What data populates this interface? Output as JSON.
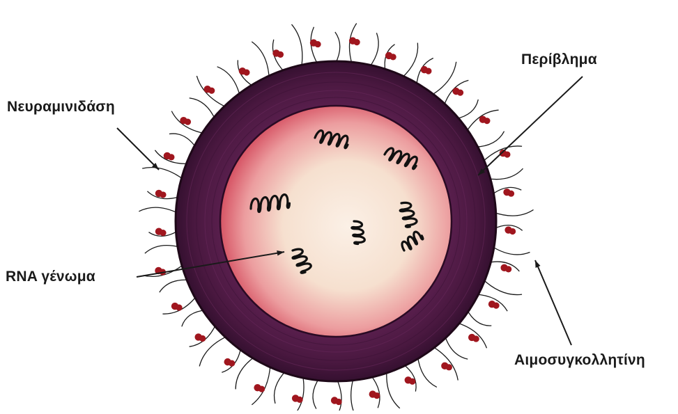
{
  "labels": {
    "neuraminidase": "Νευραμινιδάση",
    "envelope": "Περίβλημα",
    "rna_genome": "RNA γένωμα",
    "hemagglutinin": "Αιμοσυγκολλητίνη"
  },
  "colors": {
    "envelope": "#4a1840",
    "envelope_edge": "#2a0a24",
    "interior_light": "#f7e4d6",
    "interior_red": "#d23e52",
    "spike_head": "#a0161e",
    "spike_line": "#1a1a1a",
    "rna_strand": "#111111"
  }
}
